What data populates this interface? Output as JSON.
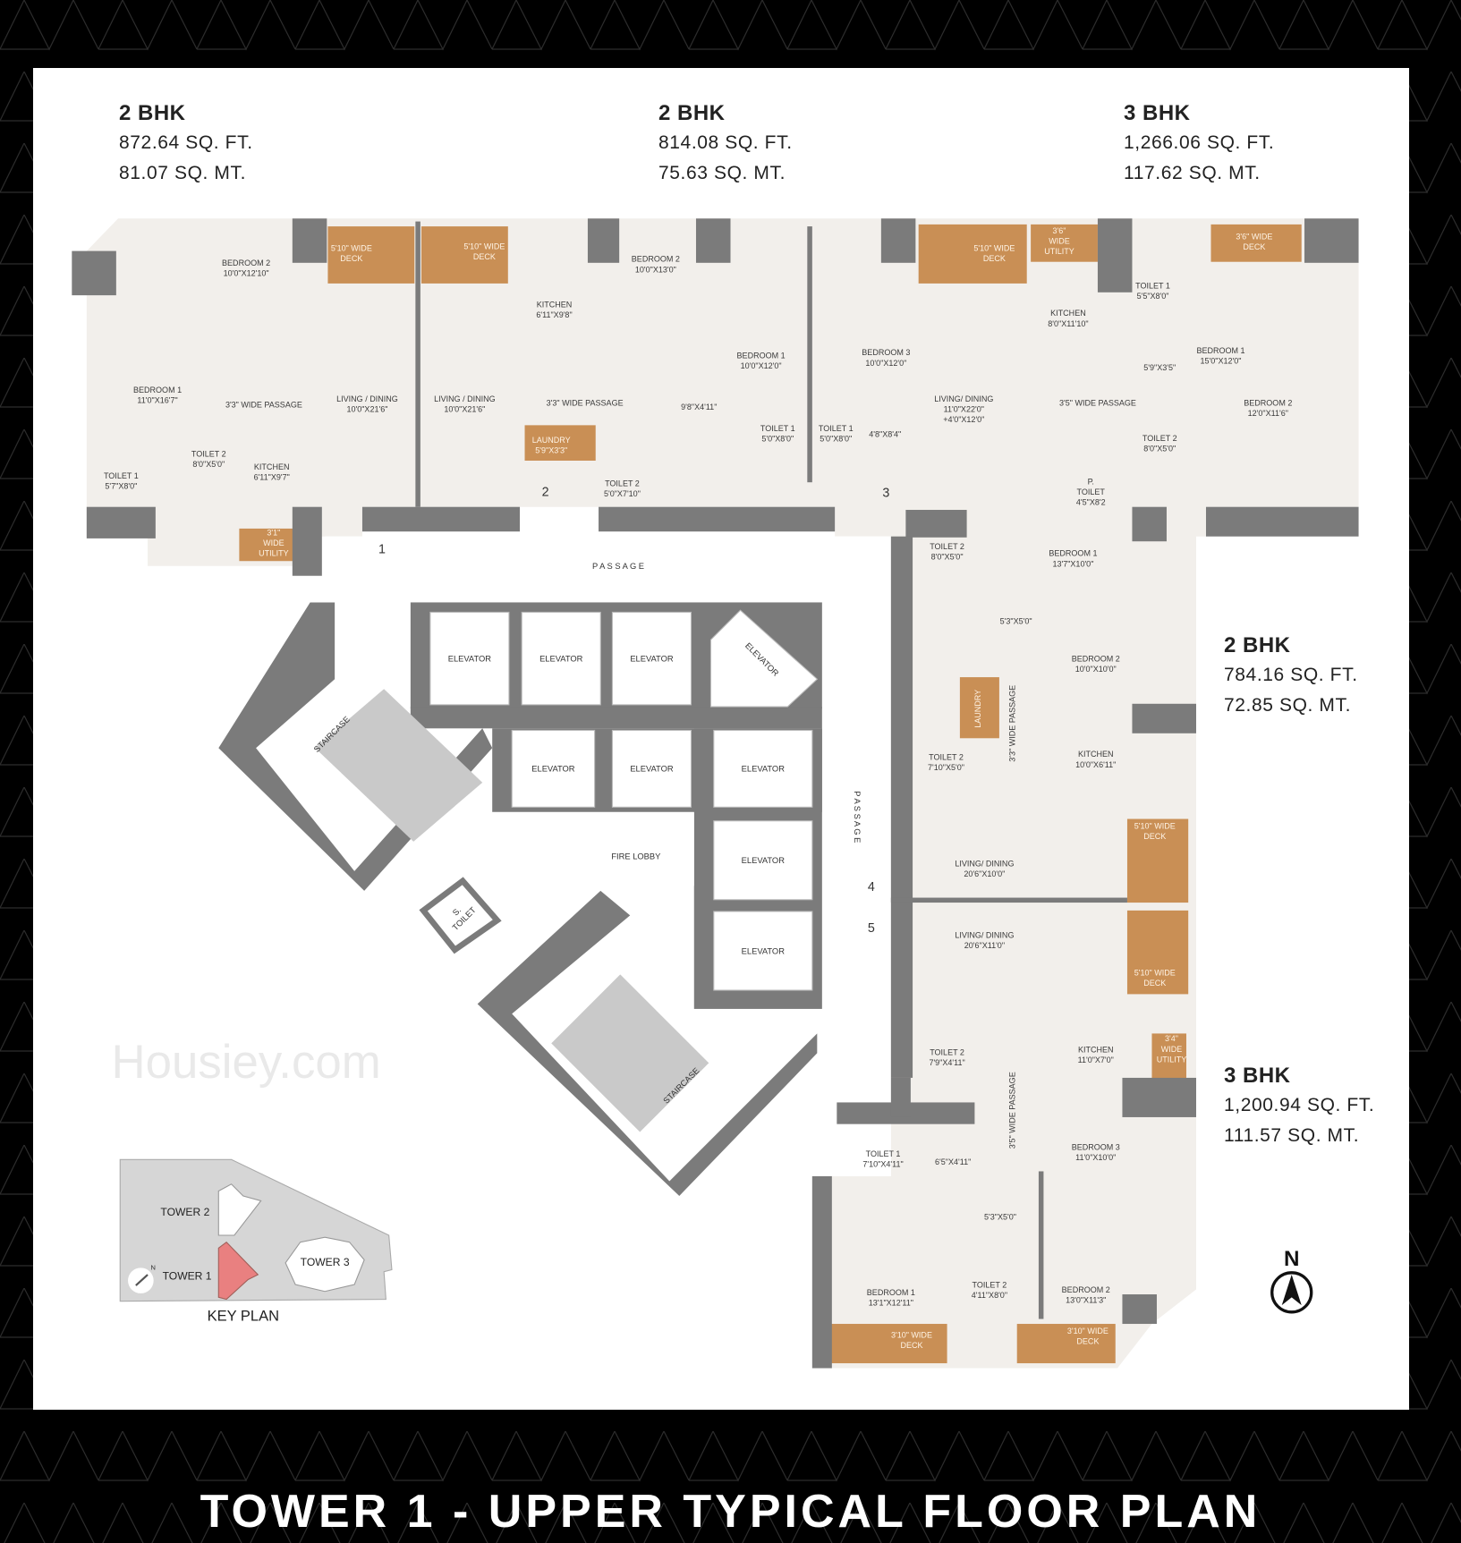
{
  "title": "TOWER 1 - UPPER TYPICAL FLOOR PLAN",
  "units": [
    {
      "type": "2 BHK",
      "sqft": "872.64 SQ. FT.",
      "sqmt": "81.07 SQ. MT."
    },
    {
      "type": "2 BHK",
      "sqft": "814.08 SQ. FT.",
      "sqmt": "75.63 SQ. MT."
    },
    {
      "type": "3 BHK",
      "sqft": "1,266.06 SQ. FT.",
      "sqmt": "117.62 SQ. MT."
    },
    {
      "type": "2 BHK",
      "sqft": "784.16 SQ. FT.",
      "sqmt": "72.85 SQ. MT."
    },
    {
      "type": "3 BHK",
      "sqft": "1,200.94 SQ. FT.",
      "sqmt": "111.57 SQ. MT."
    }
  ],
  "rooms": [
    [
      "BEDROOM 2",
      "10'0\"X12'10\""
    ],
    [
      "BEDROOM 1",
      "11'0\"X16'7\""
    ],
    [
      "3'3\" WIDE PASSAGE"
    ],
    [
      "LIVING / DINING",
      "10'0\"X21'6\""
    ],
    [
      "TOILET 2",
      "8'0\"X5'0\""
    ],
    [
      "TOILET 1",
      "5'7\"X8'0\""
    ],
    [
      "KITCHEN",
      "6'11\"X9'7\""
    ],
    [
      "3'1\"",
      "WIDE",
      "UTILITY"
    ],
    [
      "5'10\" WIDE",
      "DECK"
    ],
    [
      "5'10\" WIDE",
      "DECK"
    ],
    [
      "LIVING / DINING",
      "10'0\"X21'6\""
    ],
    [
      "KITCHEN",
      "6'11\"X9'8\""
    ],
    [
      "3'3\" WIDE PASSAGE"
    ],
    [
      "LAUNDRY",
      "5'9\"X3'3\""
    ],
    [
      "BEDROOM 2",
      "10'0\"X13'0\""
    ],
    [
      "BEDROOM 1",
      "10'0\"X12'0\""
    ],
    [
      "9'8\"X4'11\""
    ],
    [
      "TOILET 1",
      "5'0\"X8'0\""
    ],
    [
      "TOILET 2",
      "5'0\"X7'10\""
    ],
    [
      "BEDROOM 3",
      "10'0\"X12'0\""
    ],
    [
      "TOILET 1",
      "5'0\"X8'0\""
    ],
    [
      "4'8\"X8'4\""
    ],
    [
      "5'10\" WIDE",
      "DECK"
    ],
    [
      "3'6\"",
      "WIDE",
      "UTILITY"
    ],
    [
      "KITCHEN",
      "8'0\"X11'10\""
    ],
    [
      "LIVING/ DINING",
      "11'0\"X22'0\"",
      "+4'0\"X12'0\""
    ],
    [
      "TOILET 1",
      "5'5\"X8'0\""
    ],
    [
      "3'6\" WIDE",
      "DECK"
    ],
    [
      "BEDROOM 1",
      "15'0\"X12'0\""
    ],
    [
      "5'9\"X3'5\""
    ],
    [
      "3'5\" WIDE PASSAGE"
    ],
    [
      "BEDROOM 2",
      "12'0\"X11'6\""
    ],
    [
      "TOILET 2",
      "8'0\"X5'0\""
    ],
    [
      "P.",
      "TOILET",
      "4'5\"X8'2"
    ],
    [
      "TOILET 2",
      "8'0\"X5'0\""
    ],
    [
      "BEDROOM 1",
      "13'7\"X10'0\""
    ],
    [
      "5'3\"X5'0\""
    ],
    [
      "BEDROOM 2",
      "10'0\"X10'0\""
    ],
    [
      "LAUNDRY"
    ],
    [
      "3'3\" WIDE PASSAGE"
    ],
    [
      "TOILET 2",
      "7'10\"X5'0\""
    ],
    [
      "KITCHEN",
      "10'0\"X6'11\""
    ],
    [
      "5'10\" WIDE",
      "DECK"
    ],
    [
      "LIVING/ DINING",
      "20'6\"X10'0\""
    ],
    [
      "LIVING/ DINING",
      "20'6\"X11'0\""
    ],
    [
      "5'10\" WIDE",
      "DECK"
    ],
    [
      "TOILET 2",
      "7'9\"X4'11\""
    ],
    [
      "KITCHEN",
      "11'0\"X7'0\""
    ],
    [
      "3'4\"",
      "WIDE",
      "UTILITY"
    ],
    [
      "3'5\" WIDE PASSAGE"
    ],
    [
      "TOILET 1",
      "7'10\"X4'11\""
    ],
    [
      "6'5\"X4'11\""
    ],
    [
      "BEDROOM 3",
      "11'0\"X10'0\""
    ],
    [
      "5'3\"X5'0\""
    ],
    [
      "TOILET 2",
      "4'11\"X8'0\""
    ],
    [
      "BEDROOM 1",
      "13'1\"X12'11\""
    ],
    [
      "BEDROOM 2",
      "13'0\"X11'3\""
    ],
    [
      "3'10\" WIDE",
      "DECK"
    ],
    [
      "3'10\" WIDE",
      "DECK"
    ]
  ],
  "core": [
    [
      "P A S S A G E"
    ],
    [
      "P A S S A G E"
    ],
    [
      "ELEVATOR"
    ],
    [
      "ELEVATOR"
    ],
    [
      "ELEVATOR"
    ],
    [
      "ELEVATOR"
    ],
    [
      "ELEVATOR"
    ],
    [
      "ELEVATOR"
    ],
    [
      "ELEVATOR"
    ],
    [
      "ELEVATOR"
    ],
    [
      "ELEVATOR"
    ],
    [
      "STAIRCASE"
    ],
    [
      "STAIRCASE"
    ],
    [
      "FIRE LOBBY"
    ],
    [
      "S.",
      "TOILET"
    ]
  ],
  "doors": [
    "1",
    "2",
    "3",
    "4",
    "5"
  ],
  "key_plan": {
    "title": "KEY PLAN",
    "towers": [
      "TOWER 2",
      "TOWER 1",
      "TOWER 3"
    ],
    "north": "N",
    "highlight_color": "#e98080"
  },
  "north_arrow": "N",
  "watermark": "Housiey.com",
  "colors": {
    "wall": "#7b7b7b",
    "floor": "#f2efeb",
    "deck": "#c98f55",
    "background": "#000000",
    "panel": "#ffffff"
  }
}
